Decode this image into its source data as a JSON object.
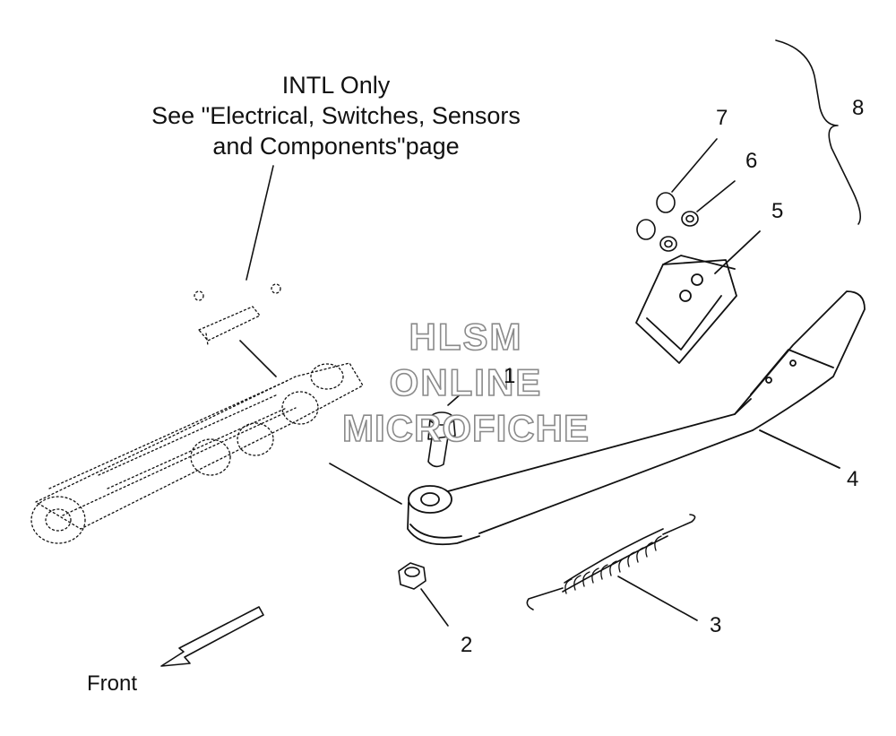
{
  "note": {
    "line1": "INTL Only",
    "line2": "See \"Electrical, Switches, Sensors",
    "line3": "and Components\"page"
  },
  "callouts": [
    "1",
    "2",
    "3",
    "4",
    "5",
    "6",
    "7",
    "8"
  ],
  "direction_label": "Front",
  "watermark": {
    "line1": "HLSM",
    "line2": "ONLINE",
    "line3": "MICROFICHE"
  },
  "colors": {
    "line": "#111111",
    "watermark_outline": "#8a8a8a",
    "background": "#ffffff"
  }
}
